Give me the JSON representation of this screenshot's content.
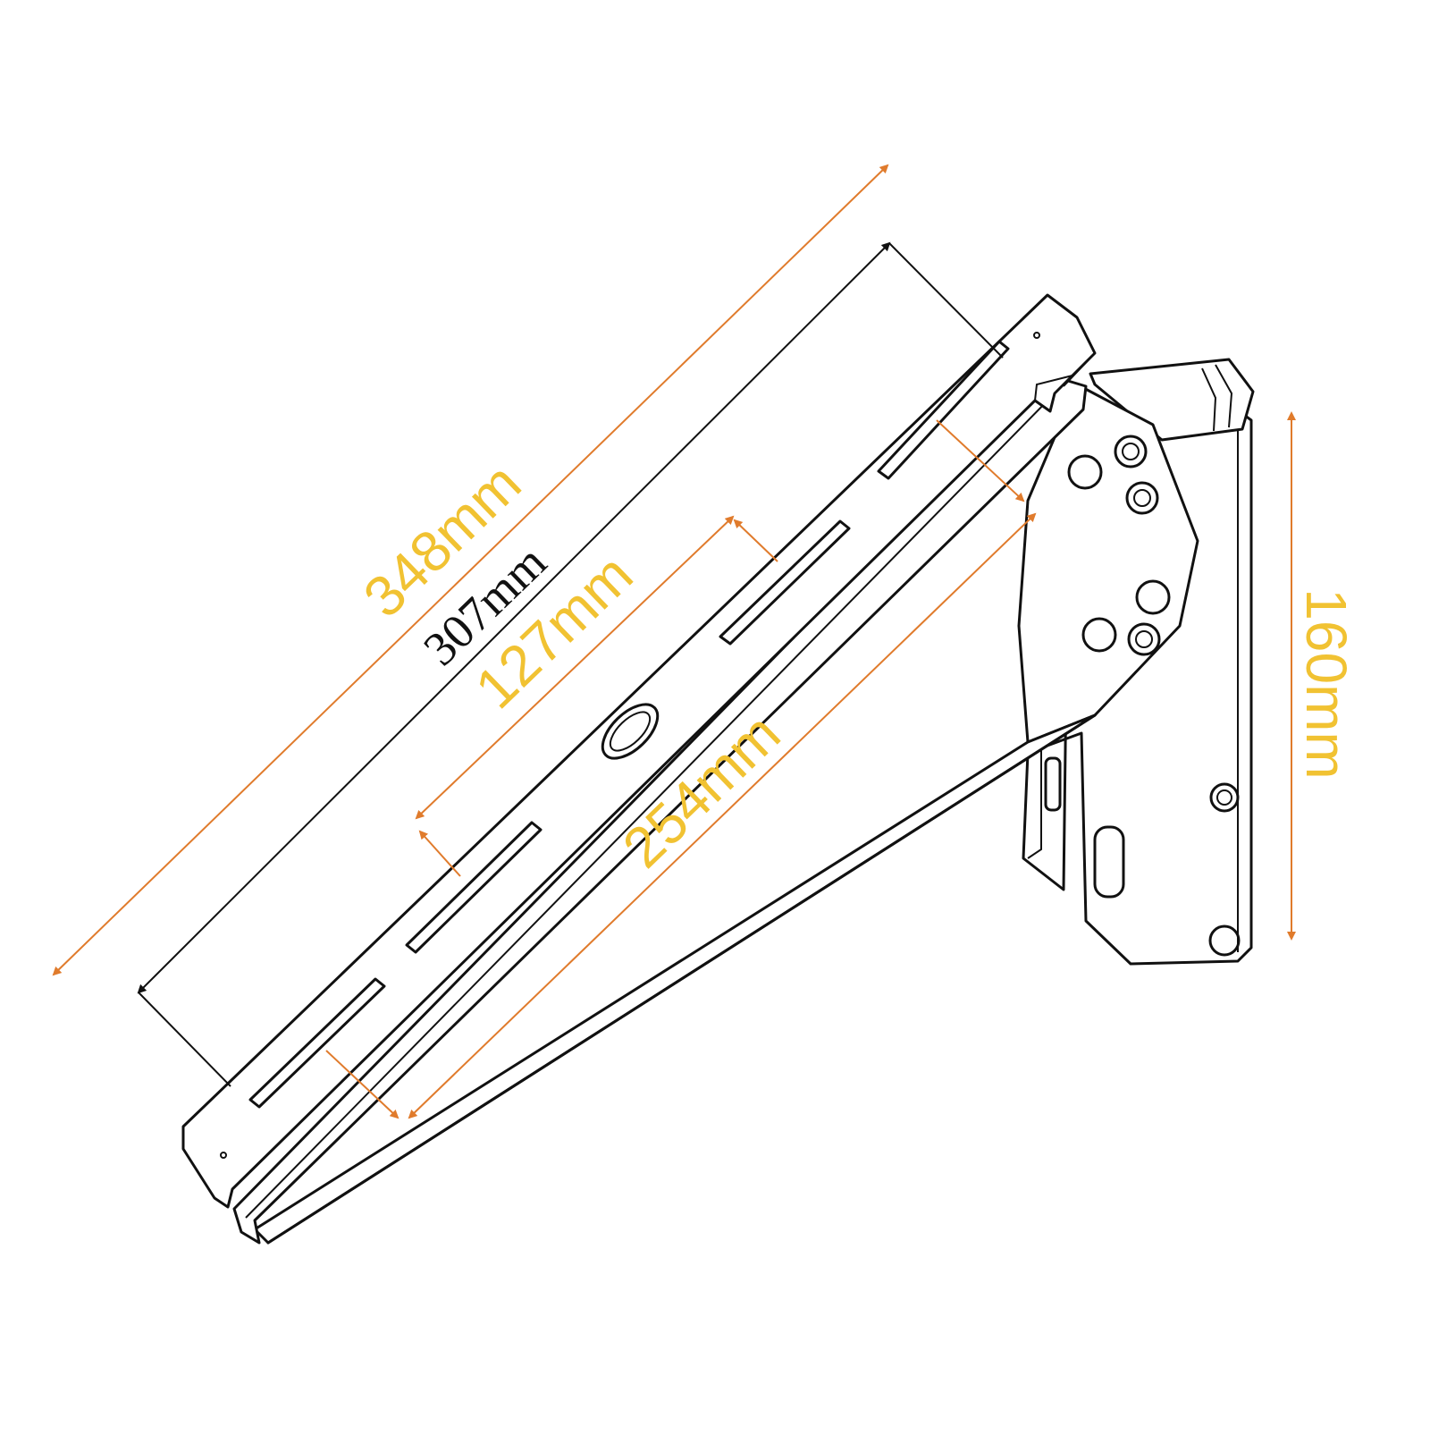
{
  "colors": {
    "arrow": "#e07b2c",
    "label_yellow": "#f1c232",
    "line": "#111111"
  },
  "dimensions": {
    "overall_length": "348mm",
    "slot_length": "307mm",
    "slot_spacing": "127mm",
    "brace_length": "254mm",
    "height": "160mm"
  }
}
